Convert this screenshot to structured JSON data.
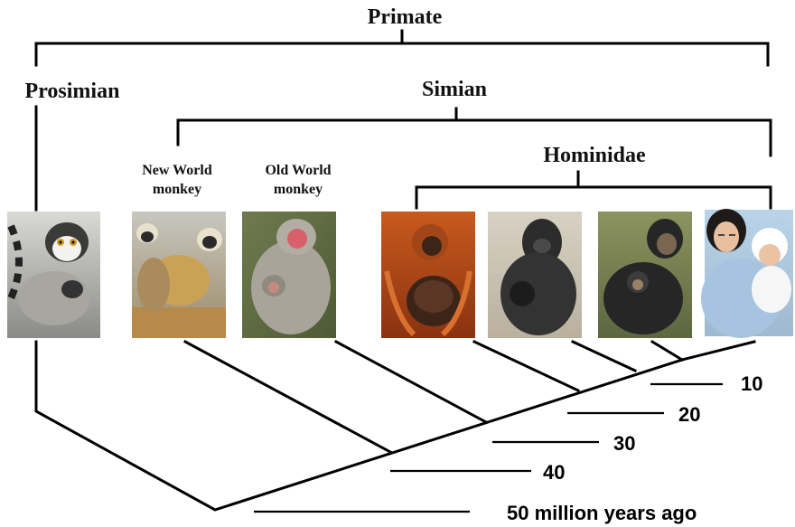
{
  "taxonomy": {
    "primate": "Primate",
    "prosimian": "Prosimian",
    "simian": "Simian",
    "new_world_line1": "New World",
    "new_world_line2": "monkey",
    "old_world_line1": "Old World",
    "old_world_line2": "monkey",
    "hominidae": "Hominidae"
  },
  "timescale": {
    "ticks": [
      "10",
      "20",
      "30",
      "40",
      "50 million years ago"
    ]
  },
  "photos": [
    {
      "subject": "ring-tailed lemur"
    },
    {
      "subject": "squirrel monkey"
    },
    {
      "subject": "macaque"
    },
    {
      "subject": "orangutan"
    },
    {
      "subject": "gorilla"
    },
    {
      "subject": "chimpanzee"
    },
    {
      "subject": "human"
    }
  ]
}
